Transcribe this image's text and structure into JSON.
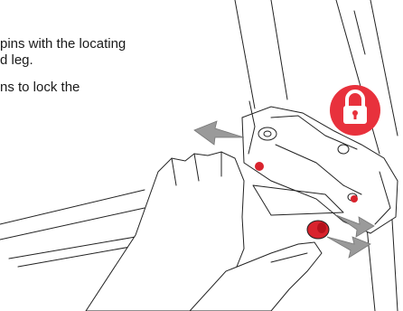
{
  "instructions": {
    "line1": "pins with the locating",
    "line2": "d leg.",
    "line3": "ns to lock the"
  },
  "colors": {
    "lock_badge": "#e8313c",
    "pin": "#d9232d",
    "arrow": "#9a9a9a"
  },
  "icons": {
    "lock": "lock-icon"
  }
}
